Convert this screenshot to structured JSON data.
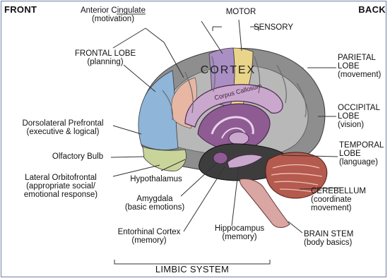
{
  "corner": {
    "front": "FRONT",
    "back": "BACK"
  },
  "labels": {
    "anterior_cingulate": "Anterior Cingulate\n(motivation)",
    "motor": "MOTOR",
    "sensory": "SENSORY",
    "frontal_lobe": "FRONTAL LOBE\n(planning)",
    "cortex": "CORTEX",
    "corpus_callosum": "Corpus Callosum",
    "parietal_lobe": "PARIETAL\nLOBE\n(movement)",
    "occipital_lobe": "OCCIPITAL\nLOBE\n(vision)",
    "temporal_lobe": "TEMPORAL\nLOBE\n(language)",
    "dorsolateral_prefrontal": "Dorsolateral Prefrontal\n(executive & logical)",
    "olfactory_bulb": "Olfactory Bulb",
    "lateral_orbitofrontal": "Lateral Orbitofrontal\n(appropriate social/\nemotional response)",
    "hypothalamus": "Hypothalamus",
    "amygdala": "Amygdala\n(basic emotions)",
    "entorhinal_cortex": "Entorhinal Cortex\n(memory)",
    "hippocampus": "Hippocampus\n(memory)",
    "cerebellum": "CEREBELLUM\n(coordinate\nmovement)",
    "brain_stem": "BRAIN STEM\n(body basics)",
    "limbic_system": "LIMBIC SYSTEM"
  },
  "colors": {
    "frame": "#6f7fa3",
    "cortex_gray": "#8e8e8e",
    "cortex_light": "#bdbdbd",
    "prefrontal_blue": "#8fb5d9",
    "orbitofrontal_green": "#c9d49a",
    "motor_purple": "#a98fc4",
    "sensory_yellow": "#e9d48a",
    "cingulate_peach": "#e7b7a4",
    "limbic_purple": "#8e5b93",
    "limbic_light": "#caa7cd",
    "temporal_dark": "#3d3d3d",
    "cerebellum_red": "#b55a4e",
    "brainstem_pink": "#d9a6a3",
    "occipital_panel": "#e2e2e2"
  }
}
